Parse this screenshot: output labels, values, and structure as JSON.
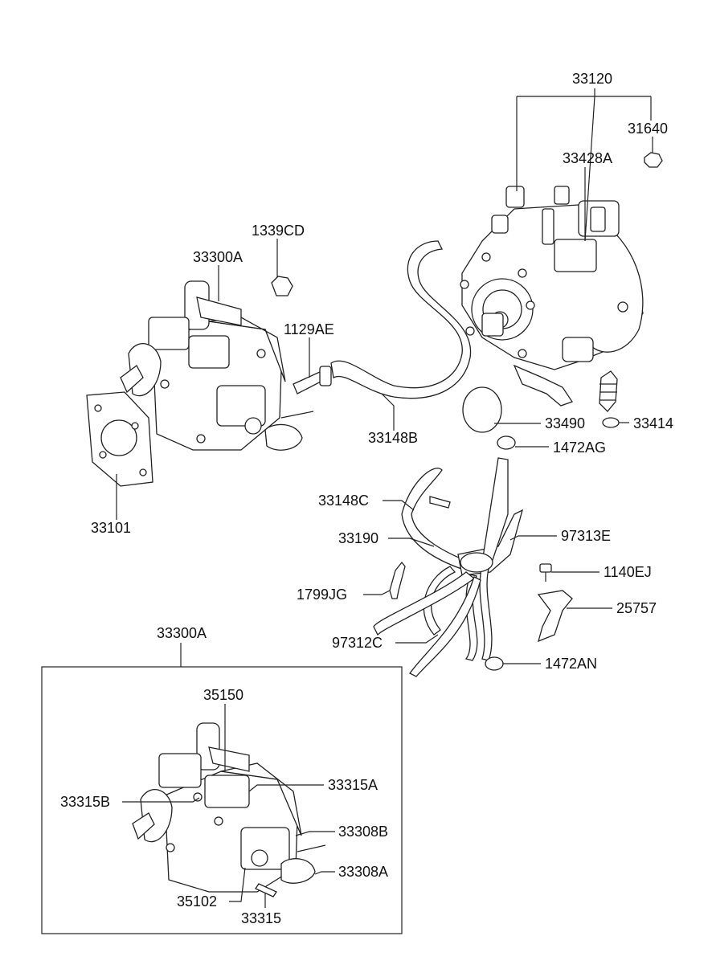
{
  "labels": {
    "p33120": "33120",
    "p31640": "31640",
    "p33428A": "33428A",
    "p1339CD": "1339CD",
    "p33300A_top": "33300A",
    "p1129AE": "1129AE",
    "p33148B": "33148B",
    "p33490": "33490",
    "p33414": "33414",
    "p1472AG": "1472AG",
    "p33101": "33101",
    "p33148C": "33148C",
    "p33190": "33190",
    "p97313E": "97313E",
    "p1140EJ": "1140EJ",
    "p1799JG": "1799JG",
    "p25757": "25757",
    "p97312C": "97312C",
    "p1472AN": "1472AN",
    "p33300A_box": "33300A",
    "p35150": "35150",
    "p33315A": "33315A",
    "p33315B": "33315B",
    "p33308B": "33308B",
    "p33308A": "33308A",
    "p35102": "35102",
    "p33315": "33315"
  }
}
